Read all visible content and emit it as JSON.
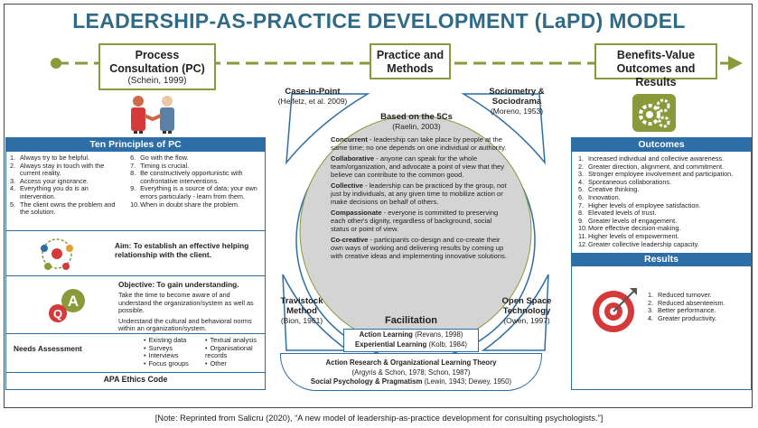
{
  "title": "LEADERSHIP-AS-PRACTICE DEVELOPMENT (LaPD) MODEL",
  "headers": {
    "process": {
      "title_line1": "Process",
      "title_line2": "Consultation (PC)",
      "cite": "(Schein, 1999)"
    },
    "practice": {
      "title_line1": "Practice and",
      "title_line2": "Methods"
    },
    "benefits": {
      "title_line1": "Benefits-Value",
      "title_line2": "Outcomes and Results"
    }
  },
  "ten_principles": {
    "heading": "Ten Principles of PC",
    "col1": [
      {
        "n": "1.",
        "text": "Always try to be helpful."
      },
      {
        "n": "2.",
        "text": "Always stay in touch with the current reality."
      },
      {
        "n": "3.",
        "text": "Access your ignorance."
      },
      {
        "n": "4.",
        "text": "Everything you do is an intervention."
      },
      {
        "n": "5.",
        "text": "The client owns the problem and the solution."
      }
    ],
    "col2": [
      {
        "n": "6.",
        "text": "Go with the flow."
      },
      {
        "n": "7.",
        "text": "Timing is crucial."
      },
      {
        "n": "8.",
        "text": "Be constructively opportunistic with confrontative interventions."
      },
      {
        "n": "9.",
        "text": "Everything is a source of data; your own errors particularly - learn from them."
      },
      {
        "n": "10.",
        "text": "When in doubt share the problem."
      }
    ]
  },
  "aim": {
    "text": "Aim: To establish an effective helping relationship with the client."
  },
  "objective": {
    "heading": "Objective: To gain understanding.",
    "p1": "Take the time to become aware of and understand the organization/system as well as possible.",
    "p2": "Understand the cultural and behavioral norms within an organization/system."
  },
  "needs": {
    "label": "Needs Assessment",
    "col1": [
      "Existing data",
      "Surveys",
      "Interviews",
      "Focus groups"
    ],
    "col2": [
      "Textual analysis",
      "Organisational records",
      "Other"
    ]
  },
  "ethics": {
    "label": "APA Ethics Code"
  },
  "center": {
    "heading": "Based on the 5Cs",
    "cite": "(Raelin, 2003)",
    "items": [
      {
        "term": "Concurrent",
        "desc": " - leadership can take place by people at the same time; no one depends on one individual or authority."
      },
      {
        "term": "Collaborative",
        "desc": " - anyone can speak for the whole team/organization, and advocate a point of view that they believe can contribute to the common good."
      },
      {
        "term": "Collective",
        "desc": " - leadership can be practiced by the group, not just by individuals, at any given time to mobilize action or make decisions on behalf of others."
      },
      {
        "term": "Compassionate",
        "desc": " - everyone is committed to preserving each other's dignity, regardless of background, social status or point of view."
      },
      {
        "term": "Co-creative",
        "desc": " - participants co-design and co-create their own ways of working and delivering results by coming up with creative ideas and implementing innovative solutions."
      }
    ]
  },
  "methods": {
    "case": {
      "title": "Case-in-Point",
      "cite": "(Heifetz, et al. 2009)"
    },
    "socio": {
      "title_line1": "Sociometry &",
      "title_line2": "Sociodrama",
      "cite": "(Moreno, 1953)"
    },
    "tavi": {
      "title_line1": "Travistock",
      "title_line2": "Method",
      "cite": "(Bion, 1961)"
    },
    "open": {
      "title_line1": "Open Space",
      "title_line2": "Technology",
      "cite": "(Owen, 1997)"
    }
  },
  "facilitation": {
    "label": "Facilitation",
    "l1_term": "Action Learning",
    "l1_cite": " (Revans, 1998)",
    "l2_term": "Experiential Learning",
    "l2_cite": " (Kolb, 1984)",
    "l3_term": "Action Research & Organizational Learning Theory",
    "l4_cite": "(Argyris & Schon, 1978; Schon, 1987)",
    "l5_term": "Social Psychology & Pragmatism",
    "l5_cite": " (Lewin, 1943; Dewey, 1950)"
  },
  "outcomes": {
    "heading": "Outcomes",
    "items": [
      {
        "n": "1.",
        "text": "Increased individual and collective awareness."
      },
      {
        "n": "2.",
        "text": "Greater direction, alignment, and commitment."
      },
      {
        "n": "3.",
        "text": "Stronger employee involvement and participation."
      },
      {
        "n": "4.",
        "text": "Spontaneous collaborations."
      },
      {
        "n": "5.",
        "text": "Creative thinking."
      },
      {
        "n": "6.",
        "text": "Innovation."
      },
      {
        "n": "7.",
        "text": "Higher levels of employee satisfaction."
      },
      {
        "n": "8.",
        "text": "Elevated levels of trust."
      },
      {
        "n": "9.",
        "text": "Greater levels of engagement."
      },
      {
        "n": "10.",
        "text": "More effective decision-making."
      },
      {
        "n": "11.",
        "text": "Higher levels of empowerment."
      },
      {
        "n": "12.",
        "text": "Greater collective leadership capacity."
      }
    ]
  },
  "results": {
    "heading": "Results",
    "items": [
      {
        "n": "1.",
        "text": "Reduced turnover."
      },
      {
        "n": "2.",
        "text": "Reduced absenteeism."
      },
      {
        "n": "3.",
        "text": "Better performance."
      },
      {
        "n": "4.",
        "text": "Greater productivity."
      }
    ]
  },
  "note": "[Note: Reprinted from Salicru (2020), “A new model of leadership-as-practice development for consulting psychologists.”]",
  "colors": {
    "title": "#2f6b87",
    "blue": "#2e6ea6",
    "olive": "#8a9a3a",
    "red": "#d6393a",
    "gray": "#d4d4d4"
  }
}
